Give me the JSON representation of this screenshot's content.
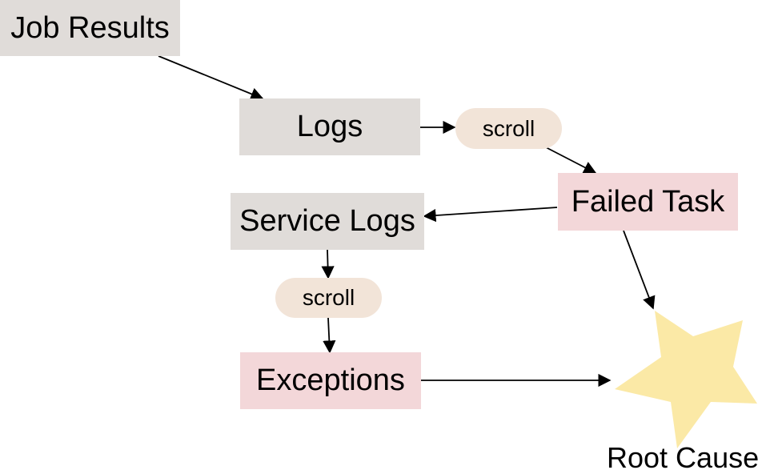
{
  "colors": {
    "gray_box": "#e0dcd9",
    "pink_box": "#f3d7d9",
    "scroll_pill": "#f2e4d8",
    "star": "#fbe9a6",
    "arrow": "#000000"
  },
  "nodes": {
    "job_results": "Job Results",
    "logs": "Logs",
    "scroll_top": "scroll",
    "failed_task": "Failed Task",
    "service_logs": "Service Logs",
    "scroll_bottom": "scroll",
    "exceptions": "Exceptions",
    "root_cause": "Root Cause"
  },
  "icons": {
    "root_cause_shape": "star-icon"
  }
}
